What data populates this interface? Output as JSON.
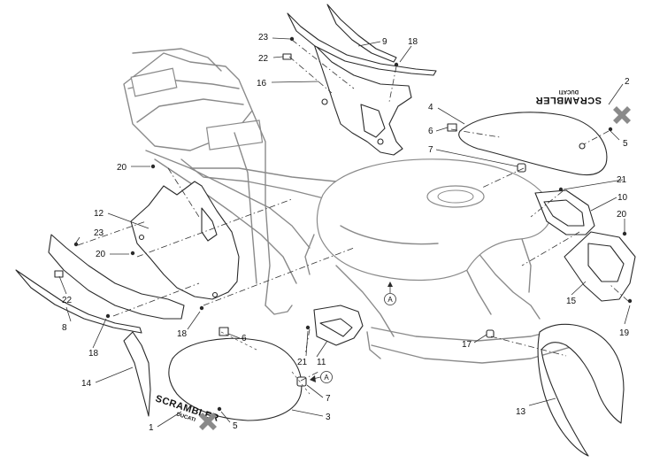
{
  "callouts": [
    {
      "id": "c1",
      "text": "1"
    },
    {
      "id": "c2",
      "text": "2"
    },
    {
      "id": "c3",
      "text": "3"
    },
    {
      "id": "c4",
      "text": "4"
    },
    {
      "id": "c5a",
      "text": "5"
    },
    {
      "id": "c5b",
      "text": "5"
    },
    {
      "id": "c6a",
      "text": "6"
    },
    {
      "id": "c6b",
      "text": "6"
    },
    {
      "id": "c7a",
      "text": "7"
    },
    {
      "id": "c7b",
      "text": "7"
    },
    {
      "id": "c8",
      "text": "8"
    },
    {
      "id": "c9",
      "text": "9"
    },
    {
      "id": "c10",
      "text": "10"
    },
    {
      "id": "c11",
      "text": "11"
    },
    {
      "id": "c12",
      "text": "12"
    },
    {
      "id": "c13",
      "text": "13"
    },
    {
      "id": "c14",
      "text": "14"
    },
    {
      "id": "c15",
      "text": "15"
    },
    {
      "id": "c16",
      "text": "16"
    },
    {
      "id": "c17",
      "text": "17"
    },
    {
      "id": "c18a",
      "text": "18"
    },
    {
      "id": "c18b",
      "text": "18"
    },
    {
      "id": "c18c",
      "text": "18"
    },
    {
      "id": "c19",
      "text": "19"
    },
    {
      "id": "c20a",
      "text": "20"
    },
    {
      "id": "c20b",
      "text": "20"
    },
    {
      "id": "c20c",
      "text": "20"
    },
    {
      "id": "c21a",
      "text": "21"
    },
    {
      "id": "c21b",
      "text": "21"
    },
    {
      "id": "c22a",
      "text": "22"
    },
    {
      "id": "c22b",
      "text": "22"
    },
    {
      "id": "c23a",
      "text": "23"
    },
    {
      "id": "c23b",
      "text": "23"
    }
  ],
  "reference_marks": [
    {
      "id": "refA1",
      "text": "A"
    },
    {
      "id": "refA2",
      "text": "A"
    }
  ],
  "logos": {
    "main": "SCRAMBLER",
    "sub": "DUCATI"
  },
  "colors": {
    "line": "#2a2a2a",
    "frame": "#8a8a8a",
    "logo_x": "#8a8a8a"
  }
}
